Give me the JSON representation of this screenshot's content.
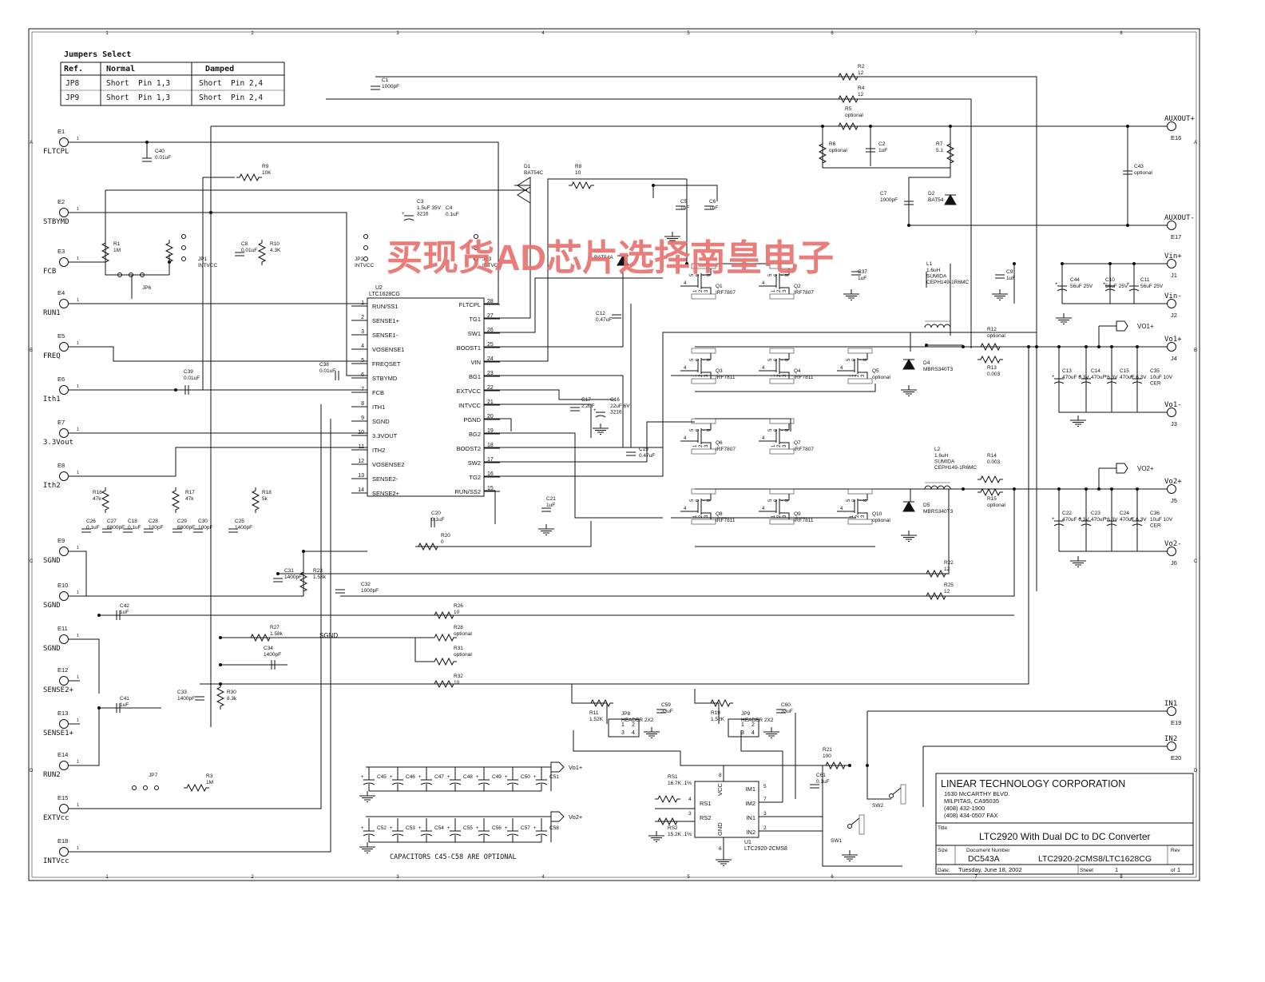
{
  "watermark": "买现货AD芯片选择南皇电子",
  "grid": {
    "cols": [
      "1",
      "2",
      "3",
      "4",
      "5",
      "6",
      "7",
      "8"
    ],
    "rows": [
      "A",
      "B",
      "C",
      "D"
    ]
  },
  "jumper_table": {
    "title": "Jumpers Select",
    "headers": [
      "Ref.",
      "Normal",
      "Damped"
    ],
    "rows": [
      [
        "JP8",
        "Short  Pin 1,3",
        "Short  Pin 2,4"
      ],
      [
        "JP9",
        "Short  Pin 1,3",
        "Short  Pin 2,4"
      ]
    ]
  },
  "left_terminals": [
    {
      "ref": "E1",
      "label": "FLTCPL"
    },
    {
      "ref": "E2",
      "label": "STBYMD"
    },
    {
      "ref": "E3",
      "label": "FCB"
    },
    {
      "ref": "E4",
      "label": "RUN1"
    },
    {
      "ref": "E5",
      "label": "FREQ"
    },
    {
      "ref": "E6",
      "label": "Ith1"
    },
    {
      "ref": "E7",
      "label": "3.3Vout"
    },
    {
      "ref": "E8",
      "label": "Ith2"
    },
    {
      "ref": "E9",
      "label": "SGND"
    },
    {
      "ref": "E10",
      "label": "SGND"
    },
    {
      "ref": "E11",
      "label": "SGND"
    },
    {
      "ref": "E12",
      "label": "SENSE2+"
    },
    {
      "ref": "E13",
      "label": "SENSE1+"
    },
    {
      "ref": "E14",
      "label": "RUN2"
    },
    {
      "ref": "E15",
      "label": "EXTVcc"
    },
    {
      "ref": "E18",
      "label": "INTVcc"
    }
  ],
  "right_terminals": [
    {
      "label": "AUXOUT+",
      "ref": "E16"
    },
    {
      "label": "AUXOUT-",
      "ref": "E17"
    },
    {
      "label": "Vin+",
      "ref": "J1"
    },
    {
      "label": "Vin-",
      "ref": "J2"
    },
    {
      "label": "Vo1+",
      "ref": "J4"
    },
    {
      "label": "Vo1-",
      "ref": "J3"
    },
    {
      "label": "Vo2+",
      "ref": "J5"
    },
    {
      "label": "Vo2-",
      "ref": "J6"
    },
    {
      "label": "IN1",
      "ref": "E19"
    },
    {
      "label": "IN2",
      "ref": "E20"
    }
  ],
  "u2": {
    "ref": "U2",
    "part": "LTC1628CG",
    "left_pins": [
      {
        "n": "1",
        "name": "RUN/SS1"
      },
      {
        "n": "2",
        "name": "SENSE1+"
      },
      {
        "n": "3",
        "name": "SENSE1-"
      },
      {
        "n": "4",
        "name": "VOSENSE1"
      },
      {
        "n": "5",
        "name": "FREQSET"
      },
      {
        "n": "6",
        "name": "STBYMD"
      },
      {
        "n": "7",
        "name": "FCB"
      },
      {
        "n": "8",
        "name": "ITH1"
      },
      {
        "n": "9",
        "name": "SGND"
      },
      {
        "n": "10",
        "name": "3.3VOUT"
      },
      {
        "n": "11",
        "name": "ITH2"
      },
      {
        "n": "12",
        "name": "VOSENSE2"
      },
      {
        "n": "13",
        "name": "SENSE2-"
      },
      {
        "n": "14",
        "name": "SENSE2+"
      }
    ],
    "right_pins": [
      {
        "n": "28",
        "name": "FLTCPL"
      },
      {
        "n": "27",
        "name": "TG1"
      },
      {
        "n": "26",
        "name": "SW1"
      },
      {
        "n": "25",
        "name": "BOOST1"
      },
      {
        "n": "24",
        "name": "VIN"
      },
      {
        "n": "23",
        "name": "BG1"
      },
      {
        "n": "22",
        "name": "EXTVCC"
      },
      {
        "n": "21",
        "name": "INTVCC"
      },
      {
        "n": "20",
        "name": "PGND"
      },
      {
        "n": "19",
        "name": "BG2"
      },
      {
        "n": "18",
        "name": "BOOST2"
      },
      {
        "n": "17",
        "name": "SW2"
      },
      {
        "n": "16",
        "name": "TG2"
      },
      {
        "n": "15",
        "name": "RUN/SS2"
      }
    ]
  },
  "u1": {
    "ref": "U1",
    "part": "LTC2920-2CMS8",
    "pins": [
      {
        "n": "4",
        "name": "RS1"
      },
      {
        "n": "3",
        "name": "RS2"
      },
      {
        "n": "8",
        "name": "VCC"
      },
      {
        "n": "6",
        "name": "GND"
      },
      {
        "n": "5",
        "name": "IM1"
      },
      {
        "n": "7",
        "name": "IM2"
      },
      {
        "n": "3",
        "name": "IN1"
      },
      {
        "n": "2",
        "name": "IN2"
      }
    ]
  },
  "part_labels": [
    {
      "ref": "C40",
      "val": "0.01uF"
    },
    {
      "ref": "R9",
      "val": "10K"
    },
    {
      "ref": "R1",
      "val": "1M"
    },
    {
      "ref": "JP6",
      "val": ""
    },
    {
      "ref": "JP1",
      "val": "INTVCC"
    },
    {
      "ref": "C8",
      "val": "0.01uF"
    },
    {
      "ref": "R10",
      "val": "4.3K"
    },
    {
      "ref": "JP2",
      "val": "INTVCC"
    },
    {
      "ref": "C1",
      "val": "1000pF"
    },
    {
      "ref": "C3",
      "val": "1.5uF 35V 3216"
    },
    {
      "ref": "C4",
      "val": "0.1uF"
    },
    {
      "ref": "JP3",
      "val": "INTVCC"
    },
    {
      "ref": "D1",
      "val": "BAT54C"
    },
    {
      "ref": "R8",
      "val": "10"
    },
    {
      "ref": "D3",
      "val": "BAT54A"
    },
    {
      "ref": "C5",
      "val": "1uF"
    },
    {
      "ref": "C6",
      "val": "1uF"
    },
    {
      "ref": "R2",
      "val": "12"
    },
    {
      "ref": "R4",
      "val": "12"
    },
    {
      "ref": "R5",
      "val": "optional"
    },
    {
      "ref": "R6",
      "val": "optional"
    },
    {
      "ref": "C2",
      "val": "1uF"
    },
    {
      "ref": "R7",
      "val": "5.1"
    },
    {
      "ref": "C7",
      "val": "1000pF"
    },
    {
      "ref": "D2",
      "val": "BAT54"
    },
    {
      "ref": "C43",
      "val": "optional"
    },
    {
      "ref": "C37",
      "val": "1uF"
    },
    {
      "ref": "L1",
      "val": "1.6uH SUMIDA CEPH149-1R6MC"
    },
    {
      "ref": "C9",
      "val": "1uF"
    },
    {
      "ref": "C44",
      "val": "56uF 25V"
    },
    {
      "ref": "C10",
      "val": "56uF 25V"
    },
    {
      "ref": "C11",
      "val": "56uF 25V"
    },
    {
      "ref": "Q1",
      "val": "IRF7807"
    },
    {
      "ref": "Q2",
      "val": "IRF7807"
    },
    {
      "ref": "C12",
      "val": "0.47uF"
    },
    {
      "ref": "R12",
      "val": "optional"
    },
    {
      "ref": "R13",
      "val": "0.003"
    },
    {
      "ref": "Q3",
      "val": "IRF7811"
    },
    {
      "ref": "Q4",
      "val": "IRF7811"
    },
    {
      "ref": "Q5",
      "val": "optional"
    },
    {
      "ref": "D4",
      "val": "MBRS340T3"
    },
    {
      "ref": "C13",
      "val": "470uF 6.3V"
    },
    {
      "ref": "C14",
      "val": "470uF 6.3V"
    },
    {
      "ref": "C15",
      "val": "470uF 6.3V"
    },
    {
      "ref": "C35",
      "val": "10uF 10V CER"
    },
    {
      "ref": "C17",
      "val": "2.2uF"
    },
    {
      "ref": "C16",
      "val": "22uF 6V 3216"
    },
    {
      "ref": "C19",
      "val": "0.47uF"
    },
    {
      "ref": "Q6",
      "val": "IRF7807"
    },
    {
      "ref": "Q7",
      "val": "IRF7807"
    },
    {
      "ref": "L2",
      "val": "1.6uH SUMIDA CEPH149-1R6MC"
    },
    {
      "ref": "R14",
      "val": "0.003"
    },
    {
      "ref": "R15",
      "val": "optional"
    },
    {
      "ref": "Q8",
      "val": "IRF7811"
    },
    {
      "ref": "Q9",
      "val": "IRF7811"
    },
    {
      "ref": "Q10",
      "val": "optional"
    },
    {
      "ref": "D5",
      "val": "MBRS340T3"
    },
    {
      "ref": "C22",
      "val": "470uF 6.3V"
    },
    {
      "ref": "C23",
      "val": "470uF 6.3V"
    },
    {
      "ref": "C24",
      "val": "470uF 6.3V"
    },
    {
      "ref": "C36",
      "val": "10uF 10V CER"
    },
    {
      "ref": "C39",
      "val": "0.01uF"
    },
    {
      "ref": "C38",
      "val": "0.01uF"
    },
    {
      "ref": "R16",
      "val": "47k"
    },
    {
      "ref": "R17",
      "val": "47k"
    },
    {
      "ref": "R18",
      "val": "5k"
    },
    {
      "ref": "C26",
      "val": "0.1uF"
    },
    {
      "ref": "C27",
      "val": "6800pF"
    },
    {
      "ref": "C18",
      "val": "0.1uF"
    },
    {
      "ref": "C28",
      "val": "100pF"
    },
    {
      "ref": "C29",
      "val": "6800pF"
    },
    {
      "ref": "C30",
      "val": "100pF"
    },
    {
      "ref": "C25",
      "val": "1400pF"
    },
    {
      "ref": "C21",
      "val": "1uF"
    },
    {
      "ref": "C20",
      "val": "0.1uF"
    },
    {
      "ref": "R20",
      "val": "0"
    },
    {
      "ref": "C31",
      "val": "1400pF"
    },
    {
      "ref": "R23",
      "val": "1.58k"
    },
    {
      "ref": "C32",
      "val": "1000pF"
    },
    {
      "ref": "R22",
      "val": "12"
    },
    {
      "ref": "R25",
      "val": "12"
    },
    {
      "ref": "C42",
      "val": "1uF"
    },
    {
      "ref": "R26",
      "val": "10"
    },
    {
      "ref": "R27",
      "val": "1.58k"
    },
    {
      "ref": "R28",
      "val": "optional"
    },
    {
      "ref": "C34",
      "val": "1400pF"
    },
    {
      "ref": "R31",
      "val": "optional"
    },
    {
      "ref": "R32",
      "val": "10"
    },
    {
      "ref": "C33",
      "val": "1400pF"
    },
    {
      "ref": "R30",
      "val": "8.3k"
    },
    {
      "ref": "C41",
      "val": "1uF"
    },
    {
      "ref": "R11",
      "val": "1.52K"
    },
    {
      "ref": "JP8",
      "val": "HEADER 2X2"
    },
    {
      "ref": "C59",
      "val": "33uF"
    },
    {
      "ref": "R19",
      "val": "1.52K"
    },
    {
      "ref": "JP9",
      "val": "HEADER 2X2"
    },
    {
      "ref": "C60",
      "val": "33uF"
    },
    {
      "ref": "JP7",
      "val": ""
    },
    {
      "ref": "R3",
      "val": "1M"
    },
    {
      "ref": "R21",
      "val": "100"
    },
    {
      "ref": "C61",
      "val": "0.1uF"
    },
    {
      "ref": "RS1",
      "val": "16.7K .1%"
    },
    {
      "ref": "RS2",
      "val": "15.2K .1%"
    },
    {
      "ref": "SW1",
      "val": ""
    },
    {
      "ref": "SW2",
      "val": ""
    }
  ],
  "net_labels": {
    "sgnd": "SGND",
    "vo1": "VO1+",
    "vo2": "VO2+",
    "vo1_small": "Vo1+",
    "vo2_small": "Vo2+"
  },
  "cap_bank": {
    "row1": [
      "C45",
      "C46",
      "C47",
      "C48",
      "C49",
      "C50",
      "C51"
    ],
    "row2": [
      "C52",
      "C53",
      "C54",
      "C55",
      "C56",
      "C57",
      "C58"
    ],
    "note": "CAPACITORS C45-C58 ARE OPTIONAL"
  },
  "title_block": {
    "company": "LINEAR TECHNOLOGY CORPORATION",
    "address1": "1630 McCARTHY BLVD.",
    "address2": "MILPITAS, CA95035",
    "phone": "(408) 432-1900",
    "fax": "(408) 434-0507 FAX",
    "title_label": "Title",
    "title": "LTC2920 With Dual DC to DC Converter",
    "size_label": "Size",
    "docnum_label": "Document Number",
    "rev_label": "Rev",
    "doc_number": "DC543A",
    "parts": "LTC2920-2CMS8/LTC1628CG",
    "date_label": "Date:",
    "date": "Tuesday, June 18, 2002",
    "sheet_label": "Sheet",
    "sheet": "1",
    "of_label": "of",
    "of": "1"
  },
  "colors": {
    "ink": "#111111",
    "watermark": "#e8736f"
  }
}
